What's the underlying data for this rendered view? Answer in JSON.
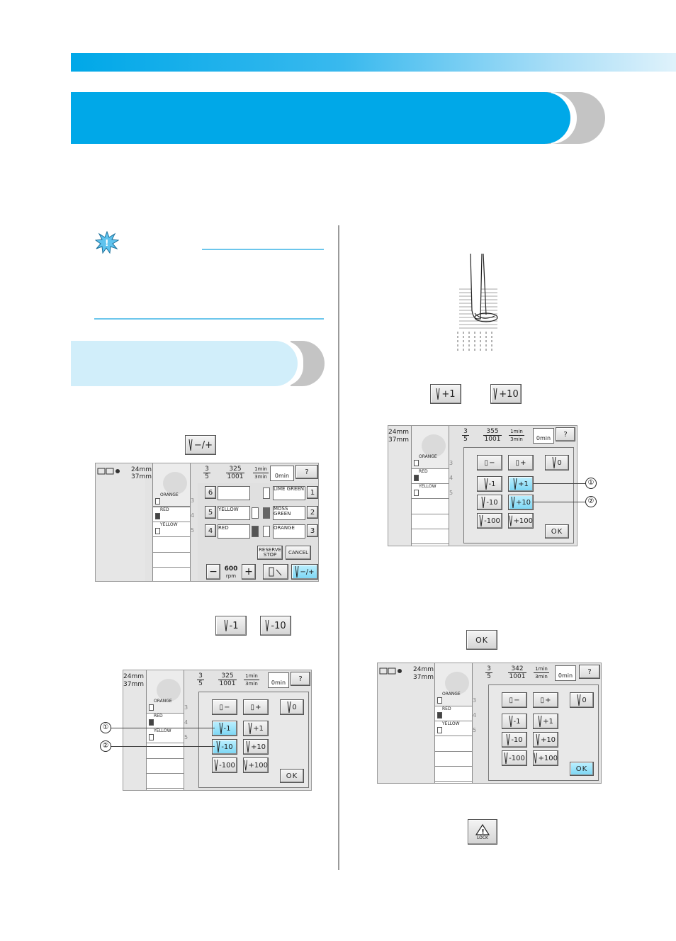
{
  "screen_threading": {
    "dims": [
      "24mm",
      "37mm"
    ],
    "colors": [
      "ORANGE",
      "RED",
      "YELLOW"
    ],
    "row_numbers": [
      "3",
      "4",
      "5"
    ],
    "status": {
      "color_top": "3",
      "color_bottom": "5",
      "stitch_top": "325",
      "stitch_bottom": "1001",
      "time_top": "1min",
      "time_bottom": "3min",
      "remaining": "0min"
    },
    "needle_bars": [
      {
        "left_no": "6",
        "left_label": "",
        "right_label": "LIME GREEN",
        "right_no": "1"
      },
      {
        "left_no": "5",
        "left_label": "YELLOW",
        "right_label": "MOSS GREEN",
        "right_no": "2"
      },
      {
        "left_no": "4",
        "left_label": "RED",
        "right_label": "ORANGE",
        "right_no": "3"
      }
    ],
    "reserve_stop": "RESERVE STOP",
    "cancel": "CANCEL",
    "minus": "−",
    "plus": "+",
    "speed": "600",
    "speed_unit": "rpm",
    "needle_pm": "−/+"
  },
  "inline_buttons": {
    "needle_pm": "−/+",
    "minus1": "-1",
    "minus10": "-10",
    "plus1": "+1",
    "plus10": "+10",
    "ok": "OK",
    "lock": "LOCK"
  },
  "screen_minus": {
    "dims": [
      "24mm",
      "37mm"
    ],
    "colors": [
      "ORANGE",
      "RED",
      "YELLOW"
    ],
    "row_numbers": [
      "3",
      "4",
      "5"
    ],
    "status": {
      "color_top": "3",
      "color_bottom": "5",
      "stitch_top": "325",
      "stitch_bottom": "1001",
      "time_top": "1min",
      "time_bottom": "3min",
      "remaining": "0min"
    },
    "buttons": {
      "color_minus": "−",
      "color_plus": "+",
      "zero": "0",
      "m1": "-1",
      "p1": "+1",
      "m10": "-10",
      "p10": "+10",
      "m100": "-100",
      "p100": "+100",
      "ok": "OK"
    },
    "markers": [
      "①",
      "②"
    ]
  },
  "screen_plus": {
    "dims": [
      "24mm",
      "37mm"
    ],
    "colors": [
      "ORANGE",
      "RED",
      "YELLOW"
    ],
    "row_numbers": [
      "3",
      "4",
      "5"
    ],
    "status": {
      "color_top": "3",
      "color_bottom": "5",
      "stitch_top": "355",
      "stitch_bottom": "1001",
      "time_top": "1min",
      "time_bottom": "3min",
      "remaining": "0min"
    },
    "buttons": {
      "color_minus": "−",
      "color_plus": "+",
      "zero": "0",
      "m1": "-1",
      "p1": "+1",
      "m10": "-10",
      "p10": "+10",
      "m100": "-100",
      "p100": "+100",
      "ok": "OK"
    },
    "markers": [
      "①",
      "②"
    ]
  },
  "screen_ok": {
    "dims": [
      "24mm",
      "37mm"
    ],
    "colors": [
      "ORANGE",
      "RED",
      "YELLOW"
    ],
    "row_numbers": [
      "3",
      "4",
      "5"
    ],
    "status": {
      "color_top": "3",
      "color_bottom": "5",
      "stitch_top": "342",
      "stitch_bottom": "1001",
      "time_top": "1min",
      "time_bottom": "3min",
      "remaining": "0min"
    },
    "buttons": {
      "color_minus": "−",
      "color_plus": "+",
      "zero": "0",
      "m1": "-1",
      "p1": "+1",
      "m10": "-10",
      "p10": "+10",
      "m100": "-100",
      "p100": "+100",
      "ok": "OK"
    }
  },
  "colors": {
    "accent": "#00a8e8",
    "light_band": "#d1eefa",
    "highlight": "#7bd6f4",
    "rule": "#6cc6ec"
  }
}
